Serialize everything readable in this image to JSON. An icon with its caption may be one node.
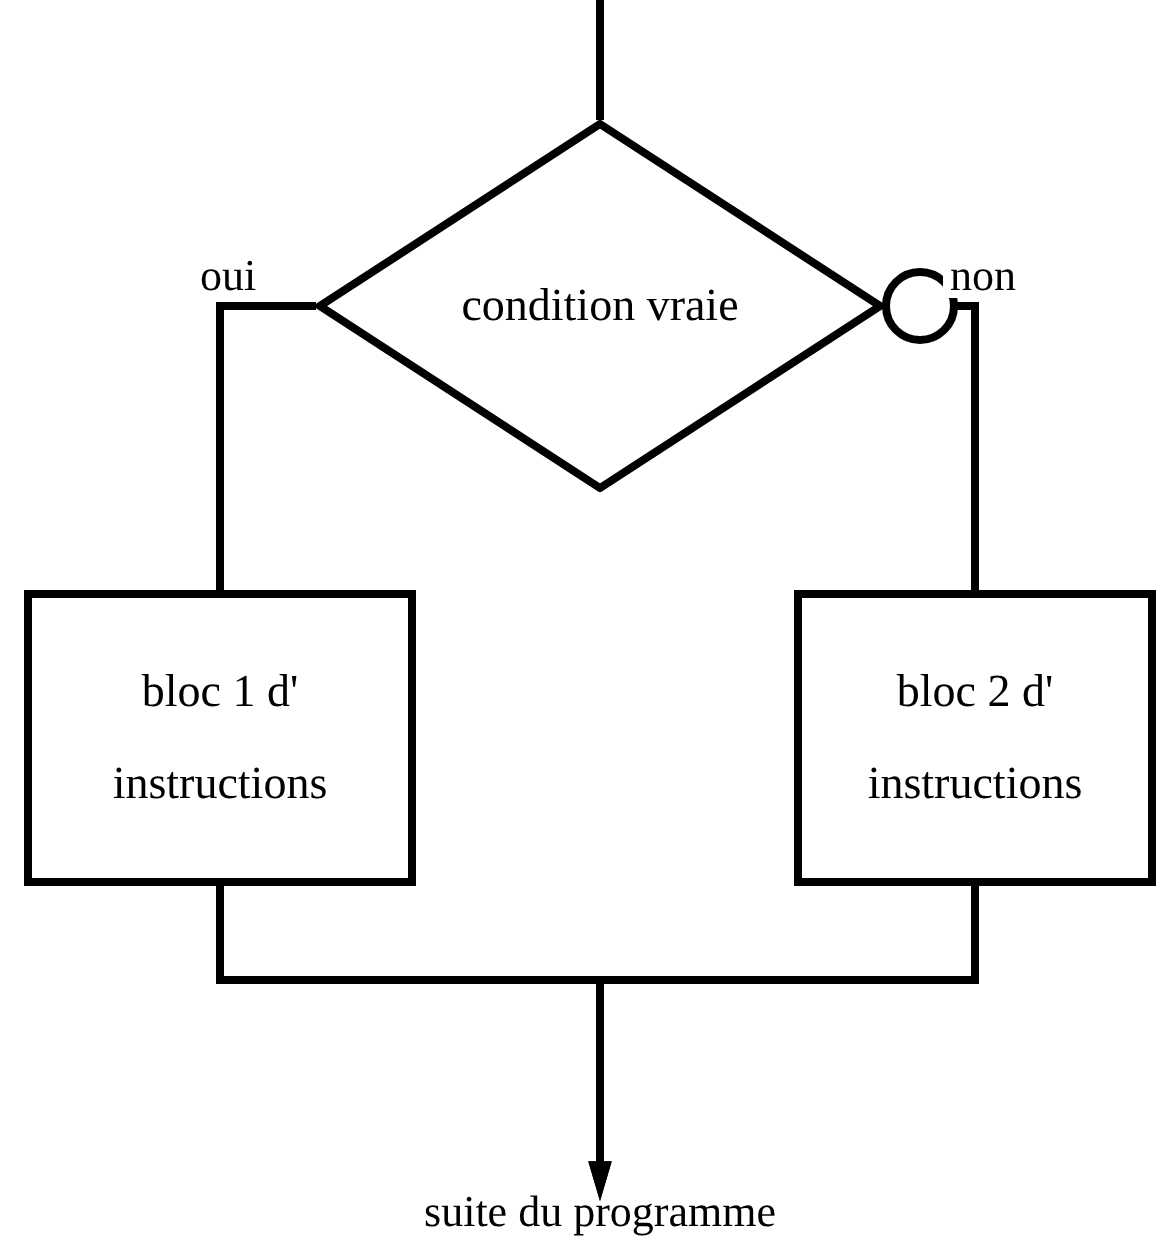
{
  "diagram": {
    "nodes": [
      {
        "text": [
          "condition vraie"
        ]
      },
      {
        "text": [
          "bloc 1 d' instructions"
        ]
      },
      {
        "text": [
          "bloc 2 d' instructions"
        ]
      },
      {
        "text": [
          "suite du programme"
        ]
      }
    ],
    "edges": [
      {
        "from": null,
        "to": 0,
        "arrow": "none"
      },
      {
        "from": 0,
        "to": 1,
        "arrow": "none",
        "label": "oui"
      },
      {
        "from": 0,
        "to": 2,
        "arrow": "other",
        "label": "non"
      },
      {
        "from": 1,
        "to": 3,
        "arrow": "to"
      },
      {
        "from": 2,
        "to": 3,
        "arrow": "to"
      }
    ]
  }
}
